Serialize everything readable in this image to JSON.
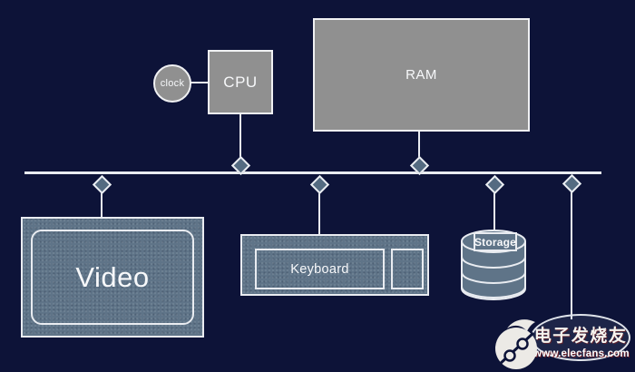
{
  "diagram": {
    "type": "computer-architecture-bus-diagram",
    "nodes": {
      "clock": {
        "label": "clock",
        "shape": "circle",
        "fill": "#909090"
      },
      "cpu": {
        "label": "CPU",
        "shape": "rectangle",
        "fill": "#909090"
      },
      "ram": {
        "label": "RAM",
        "shape": "rectangle",
        "fill": "#909090"
      },
      "video": {
        "label": "Video",
        "shape": "framed-rectangle",
        "fill": "#5f7488"
      },
      "keyboard": {
        "label": "Keyboard",
        "shape": "framed-rectangle",
        "fill": "#5f7488"
      },
      "storage": {
        "label": "Storage",
        "shape": "cylinder-stack",
        "fill": "#5f7488"
      }
    },
    "bus": {
      "name": "system-bus",
      "orientation": "horizontal"
    },
    "edges": [
      {
        "from": "clock",
        "to": "cpu",
        "connector": "plain-line"
      },
      {
        "from": "cpu",
        "to": "bus",
        "connector": "diamond"
      },
      {
        "from": "ram",
        "to": "bus",
        "connector": "diamond"
      },
      {
        "from": "bus",
        "to": "video",
        "connector": "diamond"
      },
      {
        "from": "bus",
        "to": "keyboard",
        "connector": "diamond"
      },
      {
        "from": "bus",
        "to": "storage",
        "connector": "diamond"
      },
      {
        "from": "bus",
        "to": "offscreen-bottom-right",
        "connector": "diamond"
      }
    ]
  },
  "watermark": {
    "brand": "电子发烧友",
    "url": "www.elecfans.com",
    "logo_icon": "droplet-circuit-icon"
  },
  "colors": {
    "background": "#0d1338",
    "gray_box": "#909090",
    "blue_box": "#5f7488",
    "diamond_fill": "#546b81",
    "wire": "#e9ecf1",
    "text": "#f7f8fa",
    "watermark_shadow_red": "#7d2121"
  }
}
